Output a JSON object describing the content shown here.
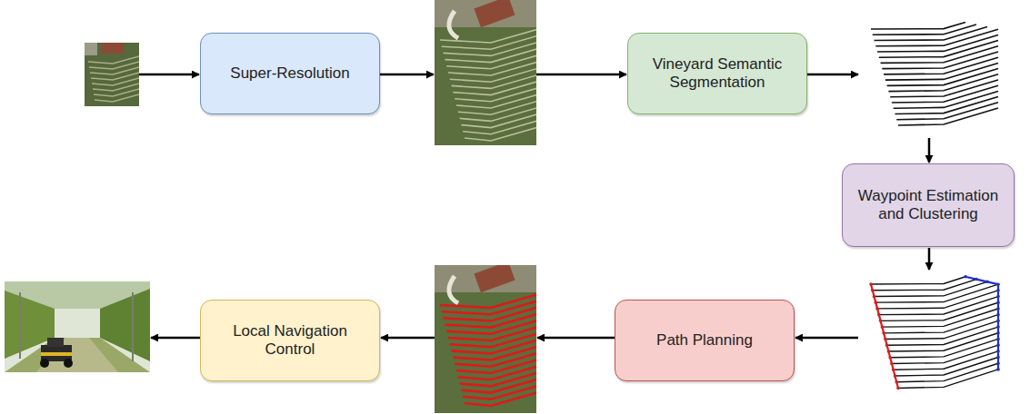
{
  "diagram": {
    "nodes": [
      {
        "text": [
          "Super-Resolution"
        ]
      },
      {
        "text": [
          "Vineyard Semantic Segmentation"
        ]
      },
      {
        "text": [
          "Waypoint Estimation and Clustering"
        ]
      },
      {
        "text": [
          "Path Planning"
        ]
      },
      {
        "text": [
          "Local Navigation Control"
        ]
      }
    ]
  }
}
